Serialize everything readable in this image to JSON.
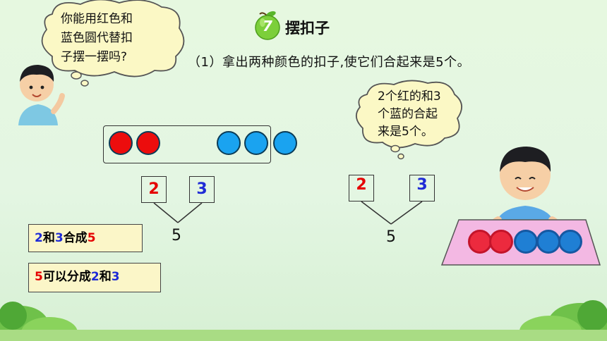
{
  "lesson": {
    "number": "7",
    "title": "摆扣子",
    "subtitle": "（1）拿出两种颜色的扣子,使它们合起来是5个。"
  },
  "bubble_left": {
    "line1": "你能用红色和",
    "line2": "蓝色圆代替扣",
    "line3": "子摆一摆吗?"
  },
  "bubble_right": {
    "line1": "2个红的和3",
    "line2": "个蓝的合起",
    "line3": "来是5个。"
  },
  "tree_left": {
    "part1": "2",
    "part2": "3",
    "total": "5"
  },
  "tree_right": {
    "part1": "2",
    "part2": "3",
    "total": "5"
  },
  "label1": {
    "a": "2",
    "conj": "和",
    "b": "3",
    "verb": "合成",
    "c": "5"
  },
  "label2": {
    "a": "5",
    "verb": "可以分成",
    "b": "2",
    "conj": "和",
    "c": "3"
  },
  "colors": {
    "red": "#ec0d0d",
    "blue": "#1aa3f0",
    "bg": "#e6f8e0",
    "label_bg": "#fbf6c8"
  },
  "icons": [
    "apple-icon",
    "boy-icon",
    "boy-with-buttons-icon",
    "bush-icon"
  ]
}
